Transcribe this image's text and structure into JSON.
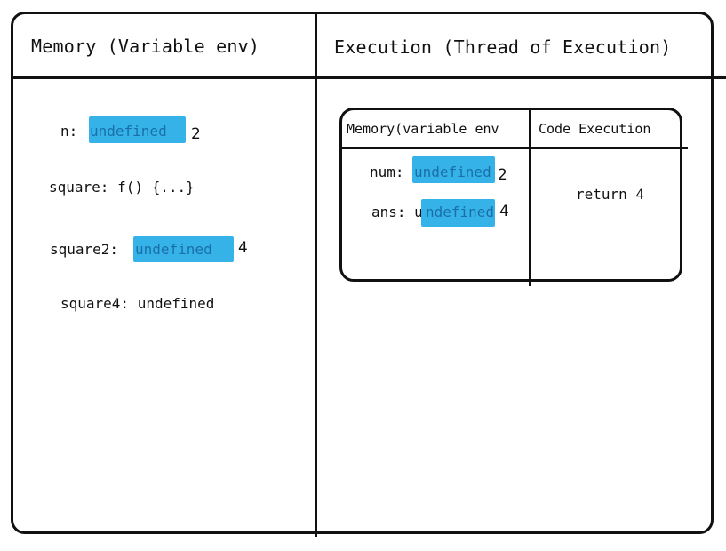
{
  "colors": {
    "highlight": "#35b3e8",
    "highlight_text": "#1a6fa8",
    "ink": "#111111"
  },
  "panels": {
    "memory_title": "Memory (Variable env)",
    "execution_title": "Execution (Thread of Execution)"
  },
  "memory": {
    "n_label": "n:",
    "n_old": "undefined",
    "n_new": "2",
    "square_label": "square: f() {...}",
    "square2_label": "square2:",
    "square2_old": "undefined",
    "square2_new": "4",
    "square4_label": "square4: undefined"
  },
  "local_context": {
    "memory_header": "Memory(variable env",
    "code_header": "Code Execution",
    "num_label": "num:",
    "num_old": "undefined",
    "num_new": "2",
    "ans_label": "ans: u",
    "ans_old": "ndefined",
    "ans_new": "4",
    "code_line": "return 4"
  }
}
